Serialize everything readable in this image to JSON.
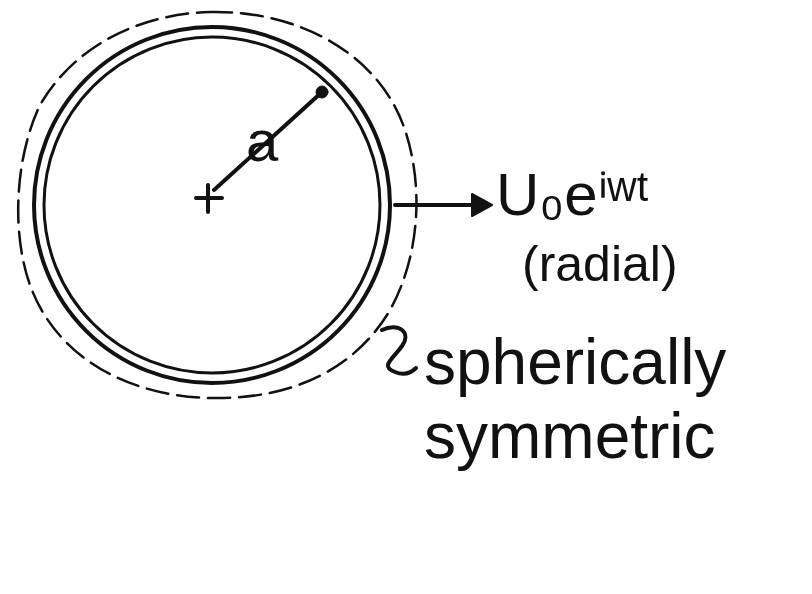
{
  "diagram": {
    "labels": [
      "a",
      "U₀eⁱʷᵗ",
      "(radial)",
      "spherically symmetric"
    ]
  }
}
